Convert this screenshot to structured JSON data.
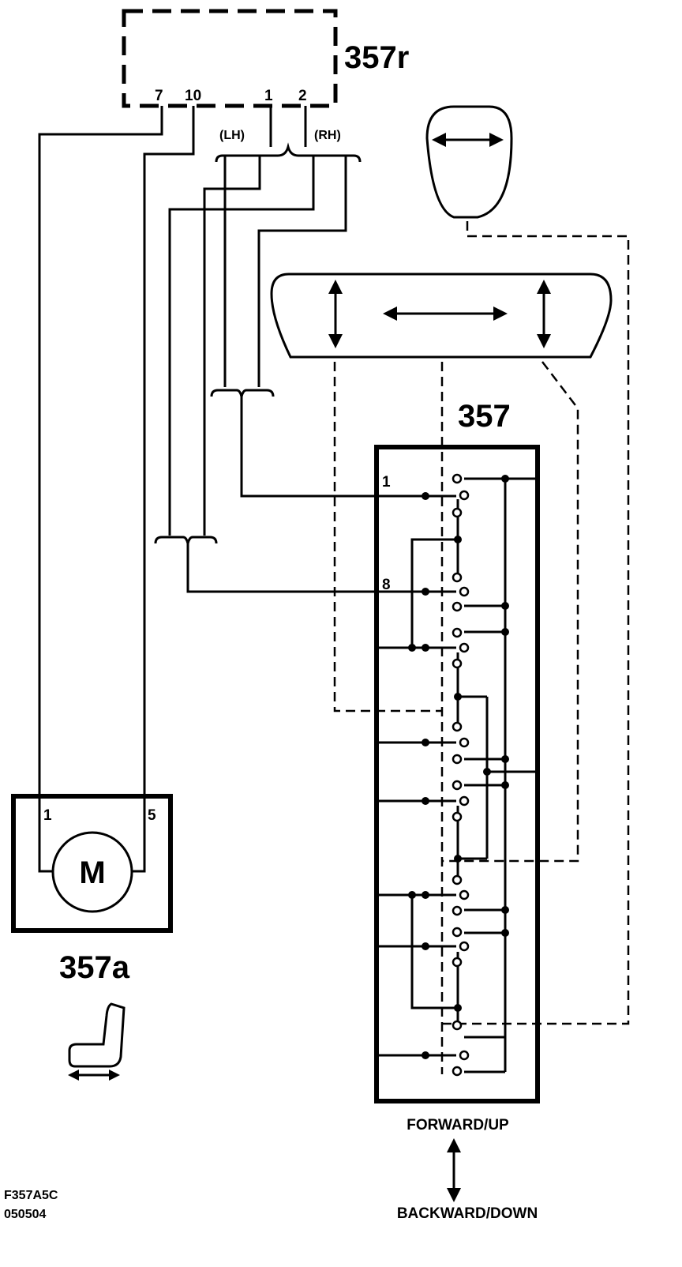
{
  "components": {
    "relay": {
      "id": "357r",
      "pins": [
        "7",
        "10",
        "1",
        "2"
      ],
      "lh_label": "(LH)",
      "rh_label": "(RH)"
    },
    "switch": {
      "id": "357",
      "pin_upper": "1",
      "pin_lower": "8"
    },
    "motor": {
      "id": "357a",
      "pin_left": "1",
      "pin_right": "5",
      "symbol": "M"
    }
  },
  "direction": {
    "top": "FORWARD/UP",
    "bottom": "BACKWARD/DOWN"
  },
  "drawing_code": {
    "line1": "F357A5C",
    "line2": "050504"
  },
  "icons": [
    "seat-fore-aft-icon",
    "joystick-knob-icon",
    "switch-panel-icon"
  ]
}
